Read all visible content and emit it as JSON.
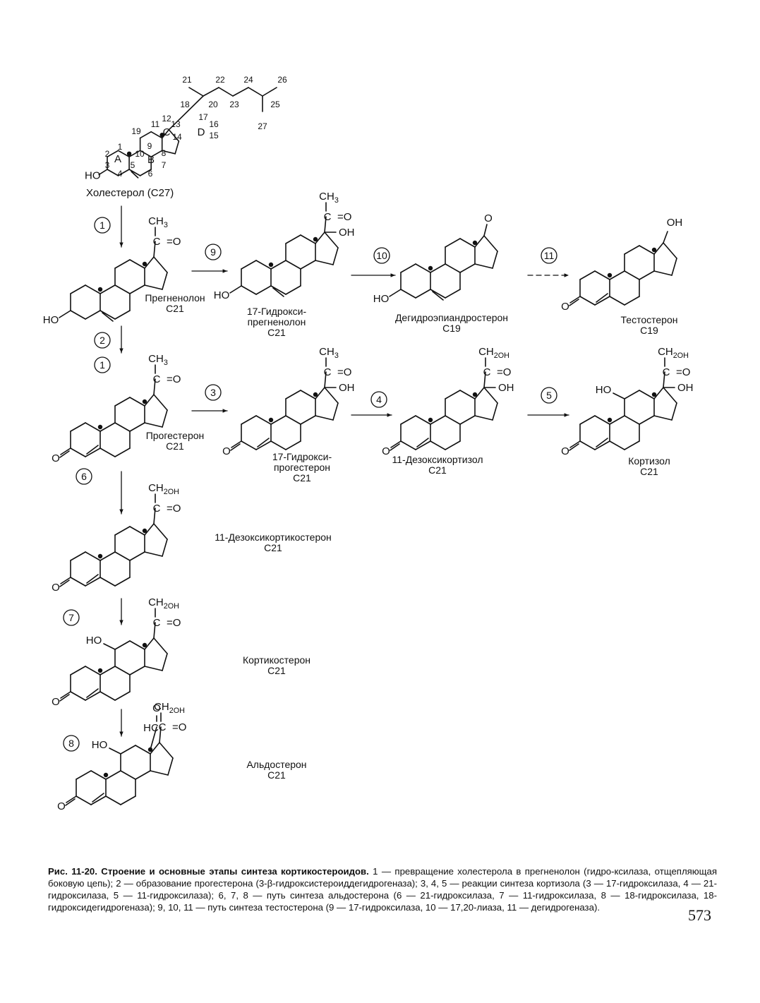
{
  "compounds": [
    {
      "id": "cholesterol",
      "name": "Холестерол (C27)",
      "carbons": ""
    },
    {
      "id": "pregnenolone",
      "name": "Прегненолон",
      "carbons": "C21"
    },
    {
      "id": "hydroxypregnenolone",
      "name": "17-Гидрокси-\nпрегненолон",
      "carbons": "C21"
    },
    {
      "id": "dhea",
      "name": "Дегидроэпиандростерон",
      "carbons": "C19"
    },
    {
      "id": "testosterone",
      "name": "Тестостерон",
      "carbons": "C19"
    },
    {
      "id": "progesterone",
      "name": "Прогестерон",
      "carbons": "C21"
    },
    {
      "id": "hydroxyprogesterone",
      "name": "17-Гидрокси-\nпрогестерон",
      "carbons": "C21"
    },
    {
      "id": "deoxycortisol",
      "name": "11-Дезоксикортизол",
      "carbons": "C21"
    },
    {
      "id": "cortisol",
      "name": "Кортизол",
      "carbons": "C21"
    },
    {
      "id": "deoxycorticosterone",
      "name": "11-Дезоксикортикостерон",
      "carbons": "C21"
    },
    {
      "id": "corticosterone",
      "name": "Кортикостерон",
      "carbons": "C21"
    },
    {
      "id": "aldosterone",
      "name": "Альдостерон",
      "carbons": "C21"
    }
  ],
  "ring_labels": [
    "A",
    "B",
    "C",
    "D"
  ],
  "atom_numbers": [
    "1",
    "2",
    "3",
    "4",
    "5",
    "6",
    "7",
    "8",
    "9",
    "10",
    "11",
    "12",
    "13",
    "14",
    "15",
    "16",
    "17",
    "18",
    "19",
    "20",
    "21",
    "22",
    "23",
    "24",
    "25",
    "26",
    "27"
  ],
  "groups": {
    "ho": "HO",
    "o": "O",
    "oh": "OH",
    "ch3": "CH3",
    "ch2oh": "CH2OH",
    "co": "C=O",
    "c_eq_o": "C=O",
    "hc": "HC",
    "dash_oh": "-OH"
  },
  "steps": [
    "1",
    "2",
    "1",
    "3",
    "4",
    "5",
    "6",
    "7",
    "8",
    "9",
    "10",
    "11"
  ],
  "caption": {
    "bold": "Рис. 11-20. Строение и основные этапы синтеза кортикостероидов.",
    "text": " 1 — превращение холестерола в прегненолон (гидро-ксилаза, отщепляющая боковую цепь); 2 — образование прогестерона (3-β-гидроксистероиддегидрогеназа); 3, 4, 5 — реакции синтеза кортизола (3 — 17-гидроксилаза, 4 — 21-гидроксилаза, 5 — 11-гидроксилаза); 6, 7, 8 — путь синтеза альдостерона (6 — 21-гидроксилаза, 7 — 11-гидроксилаза, 8 — 18-гидроксилаза, 18-гидроксидегидрогеназа); 9, 10, 11 — путь синтеза тестостерона (9 — 17-гидроксилаза, 10 — 17,20-лиаза, 11 — дегидрогеназа)."
  },
  "page_number": "573"
}
